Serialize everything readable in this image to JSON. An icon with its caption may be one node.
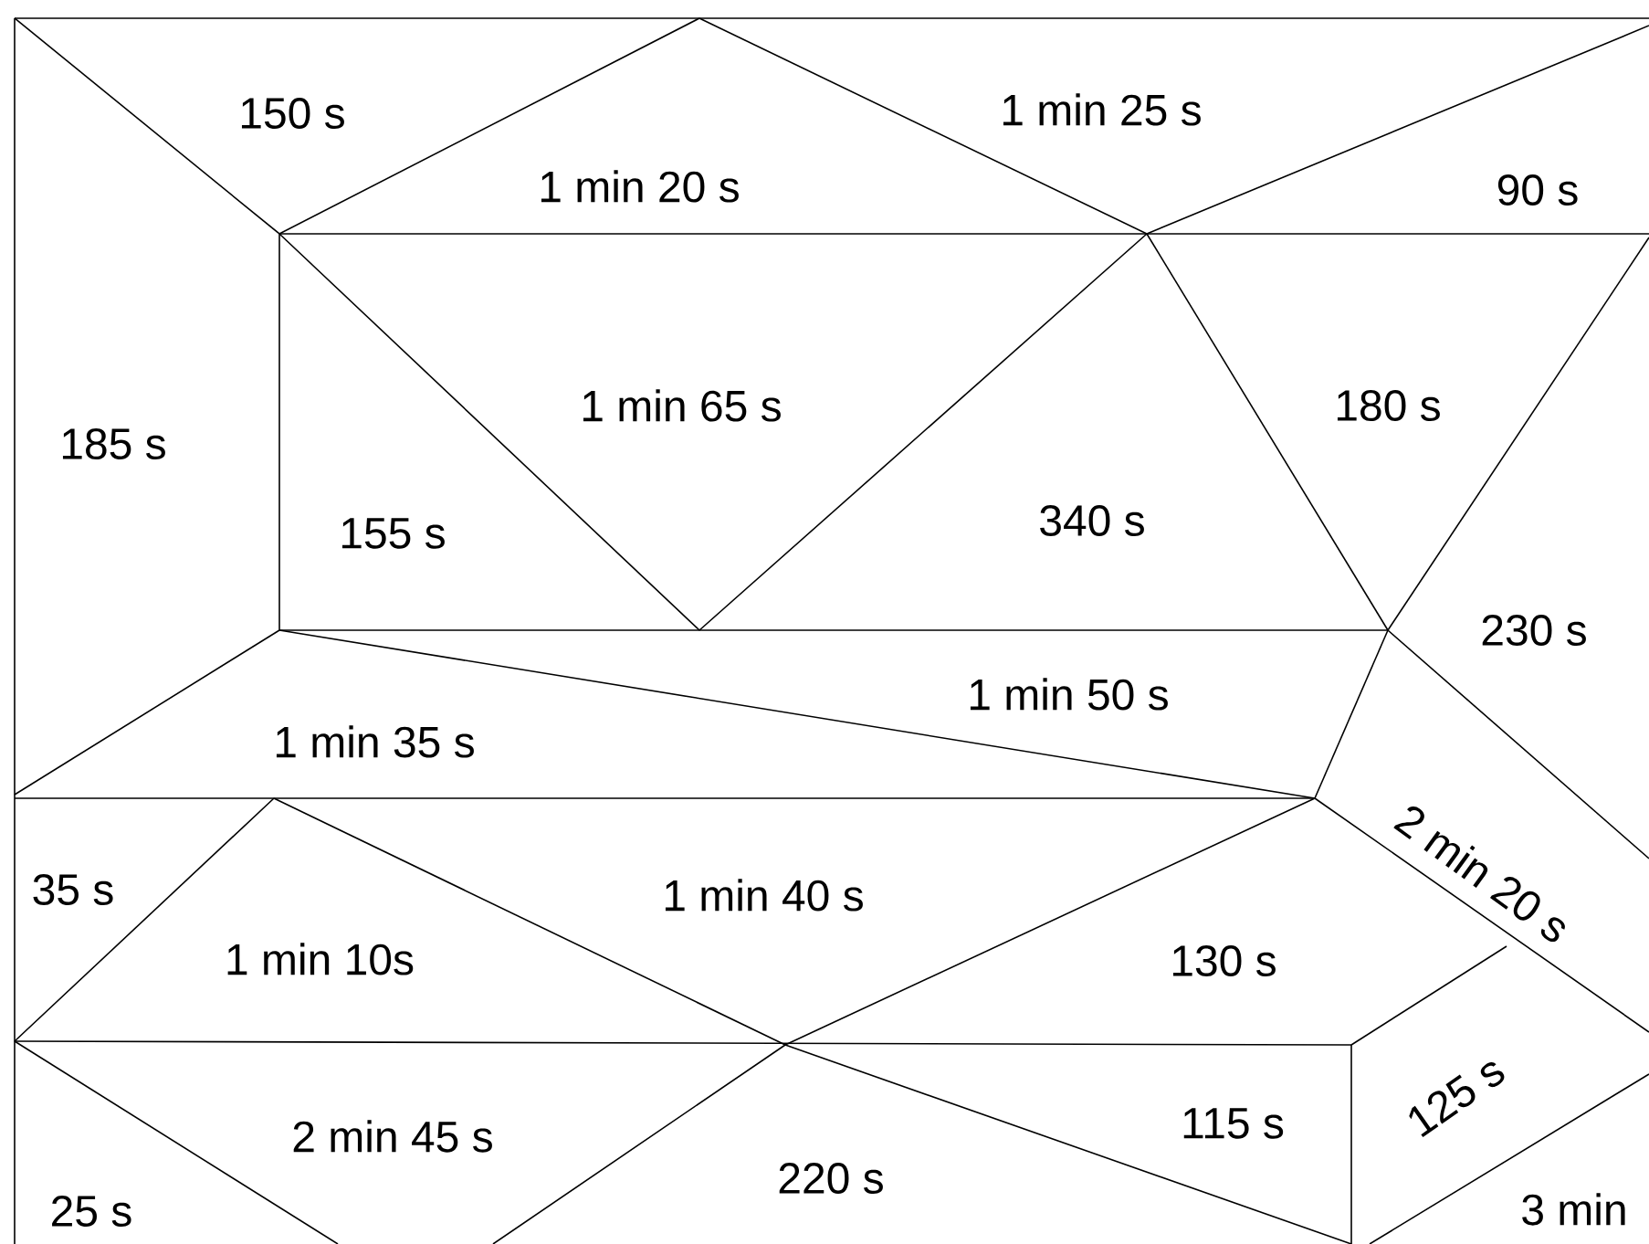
{
  "diagram": {
    "labels": [
      "150 s",
      "1 min 25 s",
      "1 min 20 s",
      "90 s",
      "1 min 65 s",
      "180 s",
      "185 s",
      "155 s",
      "340 s",
      "230 s",
      "1 min 50 s",
      "1 min 35 s",
      "2 min 20 s",
      "35 s",
      "1 min 40 s",
      "1 min 10s",
      "130 s",
      "125 s",
      "2 min 45 s",
      "115 s",
      "220 s",
      "25 s",
      "3 min"
    ]
  }
}
